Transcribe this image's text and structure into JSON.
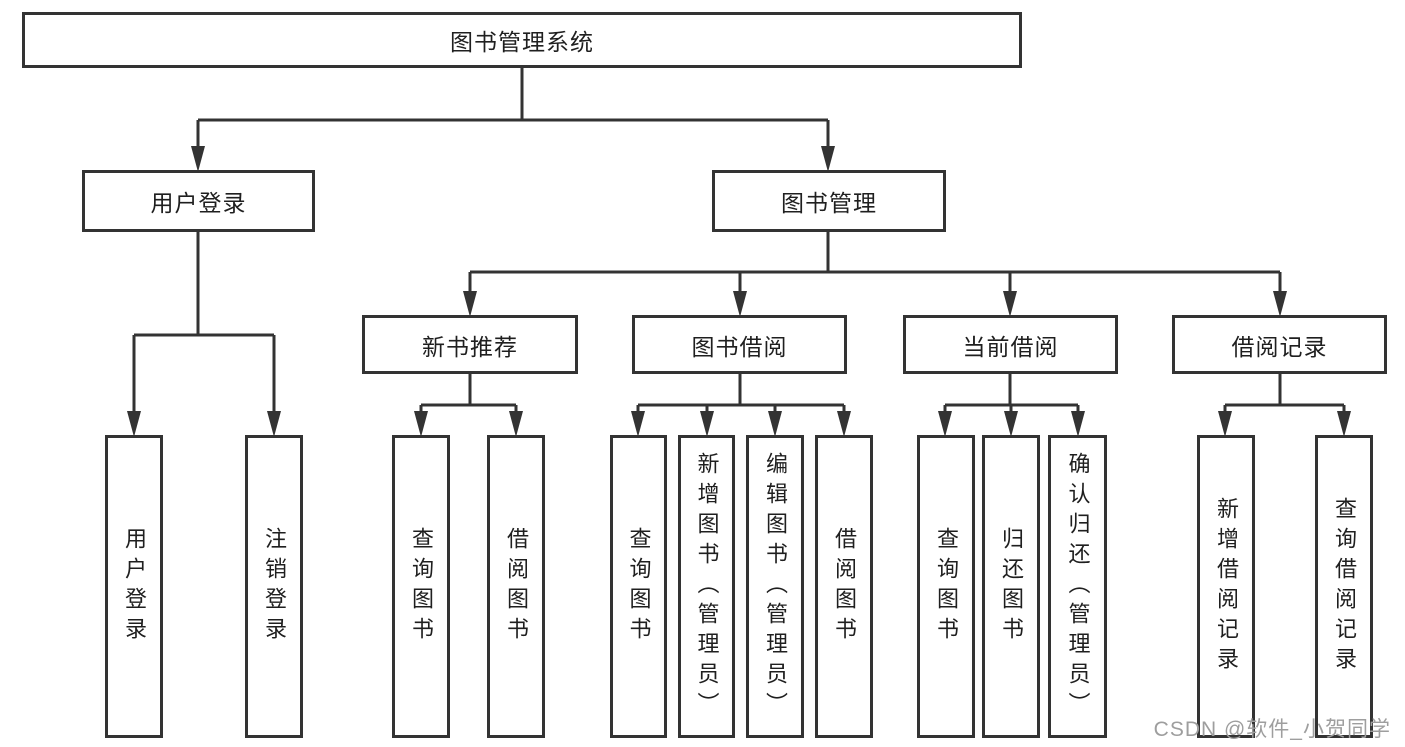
{
  "diagram": {
    "type": "hierarchy-tree",
    "tree": {
      "label": "图书管理系统",
      "children": [
        {
          "label": "用户登录",
          "children": [
            {
              "label": "用户登录"
            },
            {
              "label": "注销登录"
            }
          ]
        },
        {
          "label": "图书管理",
          "children": [
            {
              "label": "新书推荐",
              "children": [
                {
                  "label": "查询图书"
                },
                {
                  "label": "借阅图书"
                }
              ]
            },
            {
              "label": "图书借阅",
              "children": [
                {
                  "label": "查询图书"
                },
                {
                  "label": "新增图书（管理员）"
                },
                {
                  "label": "编辑图书（管理员）"
                },
                {
                  "label": "借阅图书"
                }
              ]
            },
            {
              "label": "当前借阅",
              "children": [
                {
                  "label": "查询图书"
                },
                {
                  "label": "归还图书"
                },
                {
                  "label": "确认归还（管理员）"
                }
              ]
            },
            {
              "label": "借阅记录",
              "children": [
                {
                  "label": "新增借阅记录"
                },
                {
                  "label": "查询借阅记录"
                }
              ]
            }
          ]
        }
      ]
    },
    "colors": {
      "line": "#333333",
      "text": "#1f1f1f",
      "background": "#ffffff",
      "watermark_text_color": "#9e9e9e"
    }
  },
  "watermark": {
    "text": "CSDN @软件_小贺同学"
  }
}
